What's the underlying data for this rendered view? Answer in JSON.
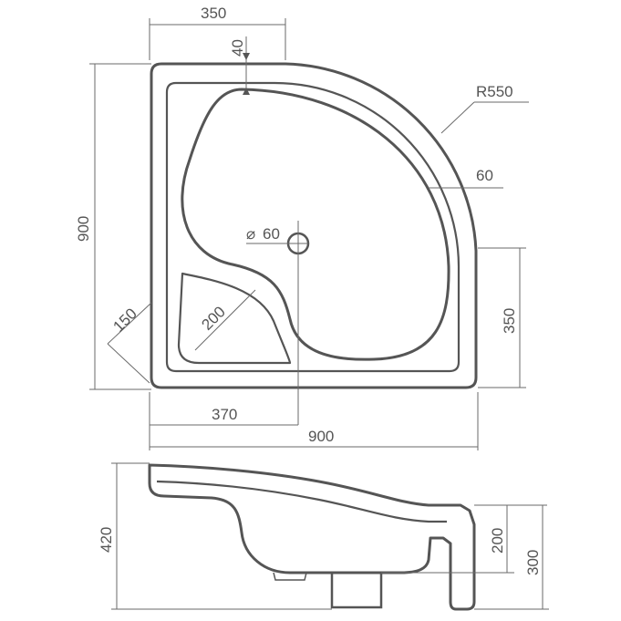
{
  "colors": {
    "line": "#555555",
    "dimension_line": "#6a6a6a",
    "background": "#ffffff"
  },
  "top_view": {
    "dim_top_width": "350",
    "dim_rim_width": "40",
    "dim_radius": "R550",
    "dim_rim_offset": "60",
    "dim_drain_diameter_symbol": "⌀",
    "dim_drain_diameter": "60",
    "dim_left_height": "900",
    "dim_right_height": "350",
    "dim_corner": "150",
    "dim_inner_curve": "200",
    "dim_drain_offset": "370",
    "dim_total_width": "900"
  },
  "side_view": {
    "dim_total_height": "420",
    "dim_upper_height": "200",
    "dim_lower_height": "300"
  }
}
